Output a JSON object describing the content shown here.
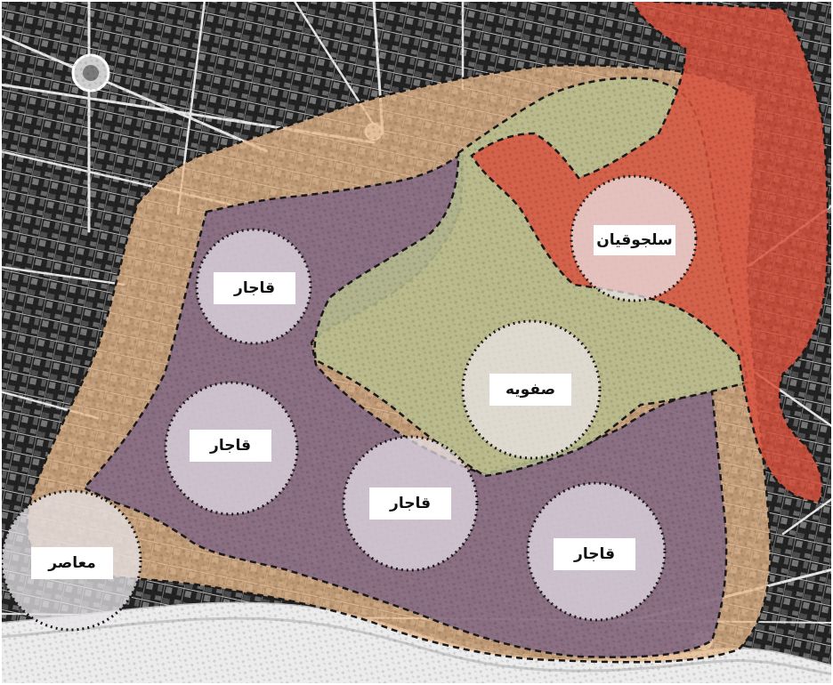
{
  "map": {
    "colors": {
      "background_dark": "#1c1c1c",
      "street_light": "#d9d9d9",
      "zone_buffer": "#e8b98c",
      "zone_qajar": "#7e6484",
      "zone_safavid": "#b8bf8f",
      "zone_seljuk": "#d9533f",
      "circle_fill": "#e9e4ea",
      "boundary": "#1a1a1a"
    },
    "labels": {
      "seljuk": "سلجوقیان",
      "safavid": "صفویه",
      "qajar_1": "قاجار",
      "qajar_2": "قاجار",
      "qajar_3": "قاجار",
      "qajar_4": "قاجار",
      "contemporary": "معاصر"
    },
    "icons": {
      "roundabout": "roundabout-icon",
      "river": "river-icon"
    }
  }
}
